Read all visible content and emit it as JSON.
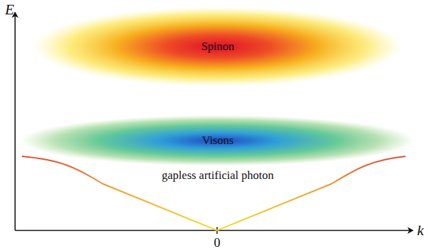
{
  "diagram": {
    "nodes": [
      {
        "text": [
          "Spinon"
        ]
      },
      {
        "text": [
          "Visons"
        ]
      }
    ],
    "labels": [
      "E",
      "k",
      "0",
      "gapless artificial photon"
    ]
  }
}
